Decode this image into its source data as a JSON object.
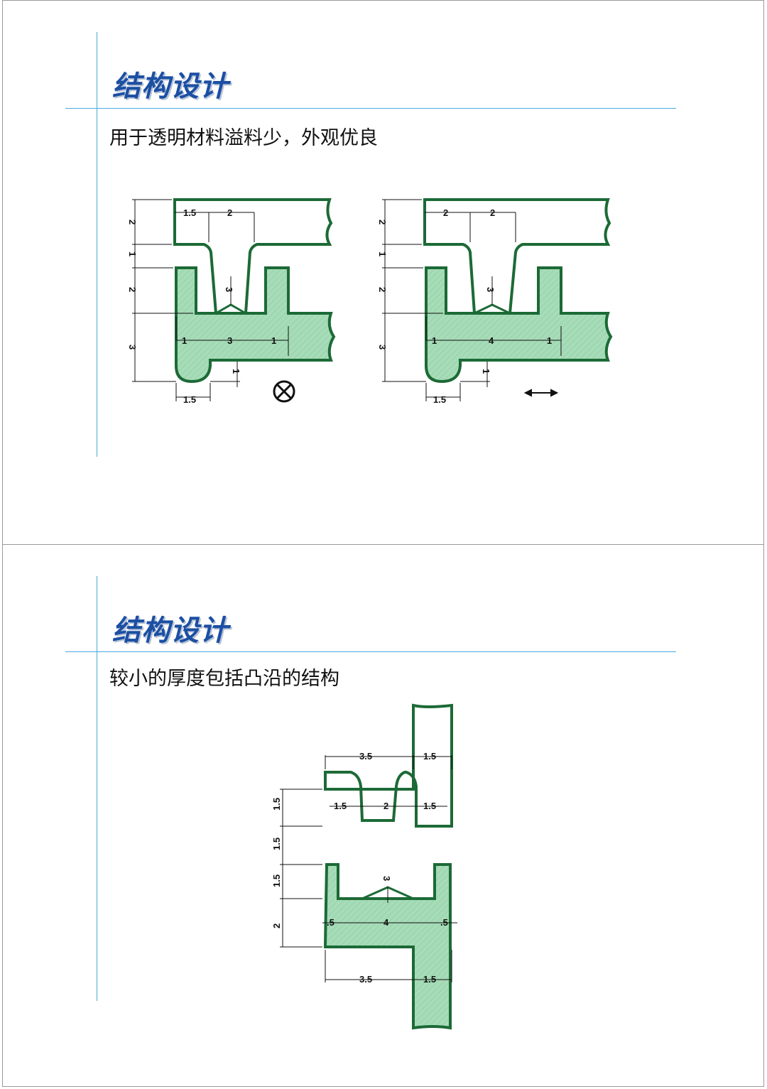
{
  "slides": [
    {
      "title": "结构设计",
      "subtitle": "用于透明材料溢料少，外观优良",
      "figure_left": {
        "dims": {
          "top_a": "1.5",
          "top_b": "2",
          "left_top": "2",
          "left_gap": "1",
          "left_mid": "2",
          "left_bot": "3",
          "v_height": "3",
          "bot_a": "1",
          "bot_b": "3",
          "bot_c": "1",
          "lip_h": "1",
          "lip_w": "1.5"
        },
        "verdict_icon": "crossed-circle-icon"
      },
      "figure_right": {
        "dims": {
          "top_a": "2",
          "top_b": "2",
          "left_top": "2",
          "left_gap": "1",
          "left_mid": "2",
          "left_bot": "3",
          "v_height": "3",
          "bot_a": "1",
          "bot_b": "4",
          "bot_c": "1",
          "lip_h": "1",
          "lip_w": "1.5"
        },
        "verdict_icon": "double-arrow-icon"
      }
    },
    {
      "title": "结构设计",
      "subtitle": "较小的厚度包括凸沿的结构",
      "figure": {
        "dims": {
          "top_a": "3.5",
          "top_b": "1.5",
          "mid_a": "1.5",
          "mid_b": "2",
          "mid_c": "1.5",
          "v_height": "3",
          "l1": "1.5",
          "l2": "1.5",
          "l3": "1.5",
          "l4": "2",
          "row_a": ".5",
          "row_b": "4",
          "row_c": ".5",
          "bot_a": "3.5",
          "bot_b": "1.5"
        }
      }
    }
  ],
  "colors": {
    "fill": "#a6dcb8",
    "outline": "#1c6a36",
    "accent": "#4aa8e0",
    "title": "#1b4fa3"
  }
}
